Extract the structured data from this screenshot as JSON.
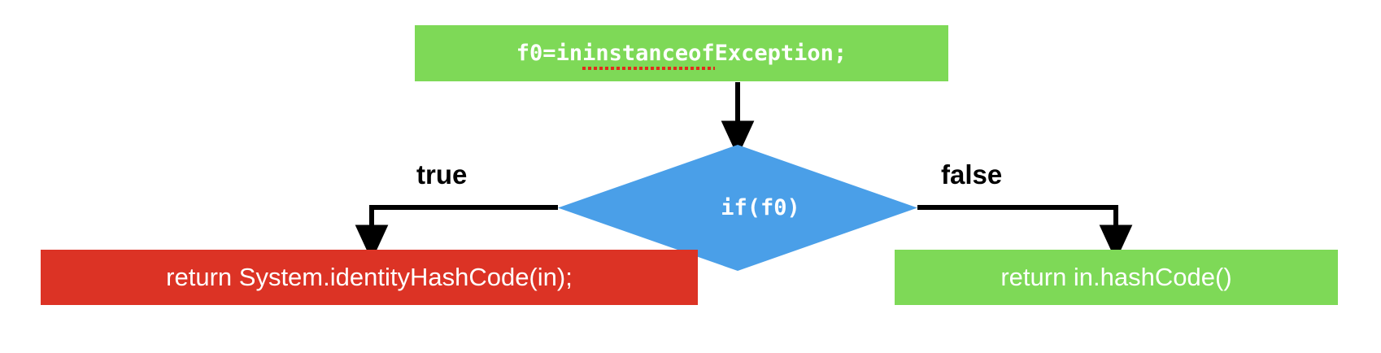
{
  "diagram": {
    "type": "flowchart",
    "title": "",
    "colors": {
      "green": "#7ed957",
      "red": "#dc3325",
      "blue": "#4a9fe8",
      "text_on_shape": "#ffffff",
      "edge": "#000000",
      "spellcheck_underline": "#e02b1c"
    },
    "nodes": {
      "statement": {
        "shape": "rectangle",
        "color": "#7ed957",
        "text_prefix": "f0=in ",
        "text_misspelled": "instanceof",
        "text_suffix": " Exception;",
        "full_text": "f0=in instanceof Exception;",
        "has_spellcheck_underline": true
      },
      "decision": {
        "shape": "diamond",
        "color": "#4a9fe8",
        "text": "if(f0)"
      },
      "true_branch": {
        "shape": "rectangle",
        "color": "#dc3325",
        "text": "return System.identityHashCode(in);"
      },
      "false_branch": {
        "shape": "rectangle",
        "color": "#7ed957",
        "text": "return in.hashCode()"
      }
    },
    "edges": [
      {
        "from": "statement",
        "to": "decision",
        "label": ""
      },
      {
        "from": "decision",
        "to": "true_branch",
        "label": "true"
      },
      {
        "from": "decision",
        "to": "false_branch",
        "label": "false"
      }
    ],
    "labels": {
      "true": "true",
      "false": "false"
    }
  }
}
